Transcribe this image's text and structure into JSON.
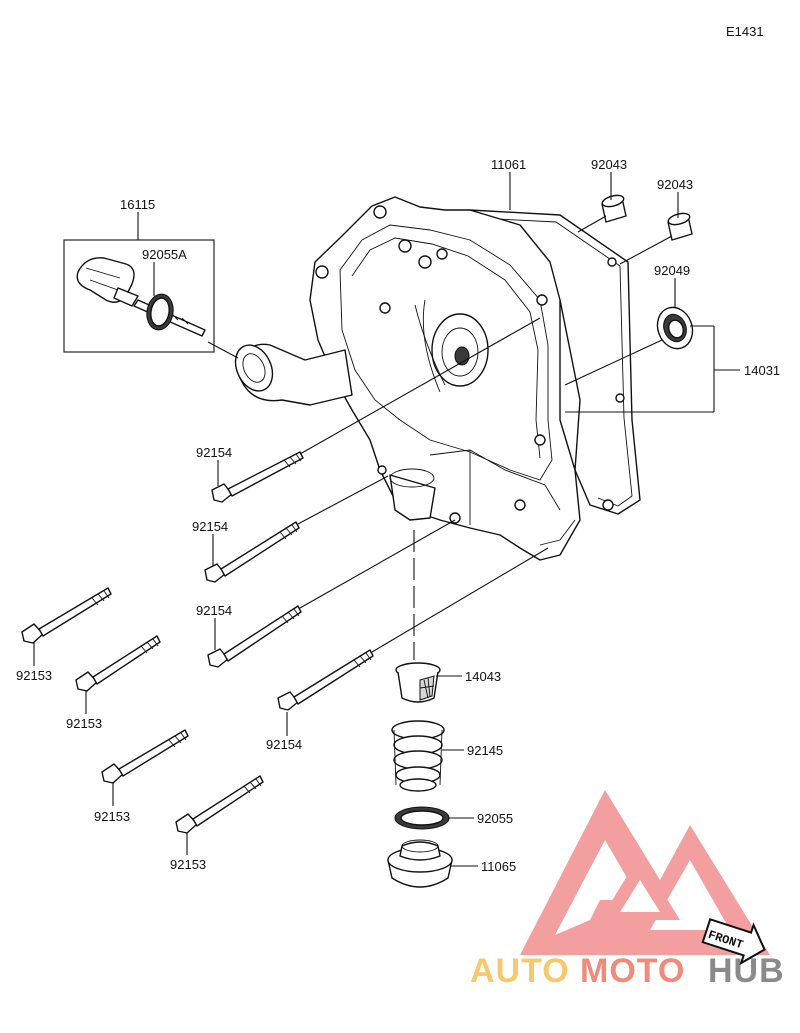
{
  "diagram_code": "E1431",
  "parts": {
    "p16115": "16115",
    "p92055A": "92055A",
    "p11061": "11061",
    "p92043a": "92043",
    "p92043b": "92043",
    "p92049": "92049",
    "p14031": "14031",
    "p92154a": "92154",
    "p92154b": "92154",
    "p92154c": "92154",
    "p92154d": "92154",
    "p92153a": "92153",
    "p92153b": "92153",
    "p92153c": "92153",
    "p92153d": "92153",
    "p14043": "14043",
    "p92145": "92145",
    "p92055": "92055",
    "p11065": "11065"
  },
  "front_marker": "FRONT",
  "watermark": {
    "part1": "AUTO",
    "part2": "MOTO",
    "part3": "HUB",
    "colors": {
      "logo": "#f08080",
      "auto": "#f7c96b",
      "moto": "#f08a7a",
      "hub": "#8a8a8a"
    }
  }
}
